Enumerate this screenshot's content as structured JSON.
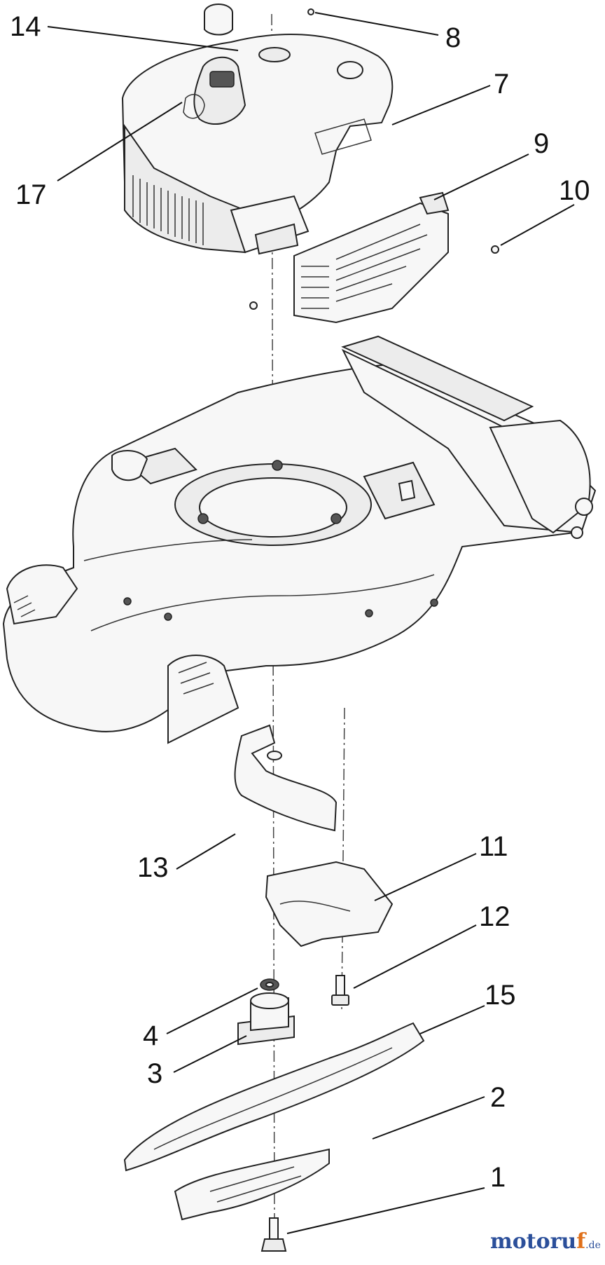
{
  "callouts": [
    {
      "id": "14",
      "label": "14"
    },
    {
      "id": "8",
      "label": "8"
    },
    {
      "id": "7",
      "label": "7"
    },
    {
      "id": "9",
      "label": "9"
    },
    {
      "id": "10",
      "label": "10"
    },
    {
      "id": "17",
      "label": "17"
    },
    {
      "id": "13",
      "label": "13"
    },
    {
      "id": "11",
      "label": "11"
    },
    {
      "id": "12",
      "label": "12"
    },
    {
      "id": "15",
      "label": "15"
    },
    {
      "id": "4",
      "label": "4"
    },
    {
      "id": "3",
      "label": "3"
    },
    {
      "id": "2",
      "label": "2"
    },
    {
      "id": "1",
      "label": "1"
    }
  ],
  "watermark": {
    "main": "motoru",
    "accent": "f",
    "tld": ".de"
  },
  "colors": {
    "line": "#222222",
    "brand_blue": "#2b4f9a",
    "brand_orange": "#e0701a"
  }
}
